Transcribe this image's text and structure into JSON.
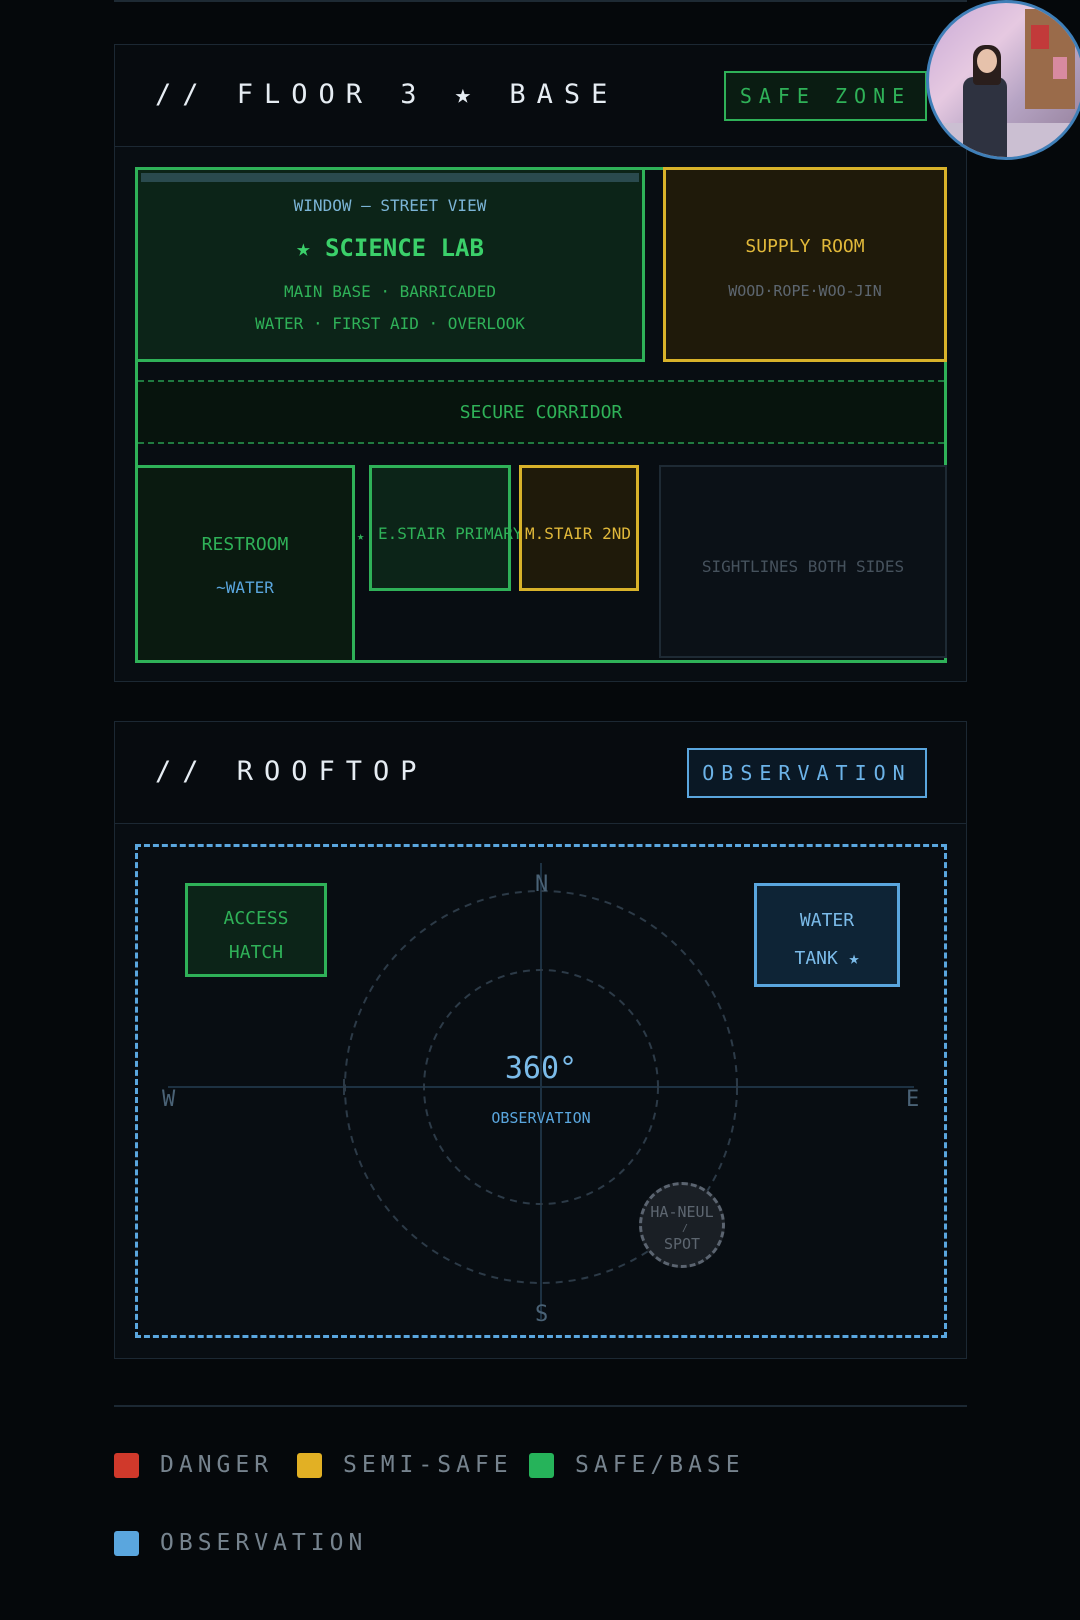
{
  "floor3": {
    "title": "// FLOOR 3 ★ BASE",
    "badge": "SAFE ZONE",
    "rooms": {
      "science_lab": {
        "window": "WINDOW — STREET VIEW",
        "title": "★ SCIENCE LAB",
        "line1": "MAIN BASE · BARRICADED",
        "line2": "WATER · FIRST AID · OVERLOOK"
      },
      "supply_room": {
        "title": "SUPPLY ROOM",
        "sub": "WOOD·ROPE·WOO-JIN"
      },
      "corridor": "SECURE CORRIDOR",
      "restroom": {
        "title": "RESTROOM",
        "sub": "~WATER"
      },
      "e_stair": {
        "star": "★",
        "label": "E.STAIR PRIMARY"
      },
      "m_stair": "M.STAIR 2ND",
      "sightlines": "SIGHTLINES BOTH SIDES"
    }
  },
  "rooftop": {
    "title": "// ROOFTOP",
    "badge": "OBSERVATION",
    "access_hatch": {
      "line1": "ACCESS",
      "line2": "HATCH"
    },
    "water_tank": {
      "line1": "WATER",
      "line2": "TANK ★"
    },
    "compass": {
      "n": "N",
      "s": "S",
      "w": "W",
      "e": "E"
    },
    "center": {
      "degrees": "360°",
      "label": "OBSERVATION"
    },
    "spot": {
      "line1": "HA-NEUL",
      "slash": "/",
      "line2": "SPOT"
    }
  },
  "legend": [
    {
      "label": "DANGER",
      "color": "#d0392b"
    },
    {
      "label": "SEMI-SAFE",
      "color": "#e2b024"
    },
    {
      "label": "SAFE/BASE",
      "color": "#26b35a"
    },
    {
      "label": "OBSERVATION",
      "color": "#5aa6de"
    }
  ],
  "colors": {
    "safe": "#2fb158",
    "semi_safe": "#d8b22a",
    "observation": "#5aa6de",
    "background": "#05080b"
  }
}
